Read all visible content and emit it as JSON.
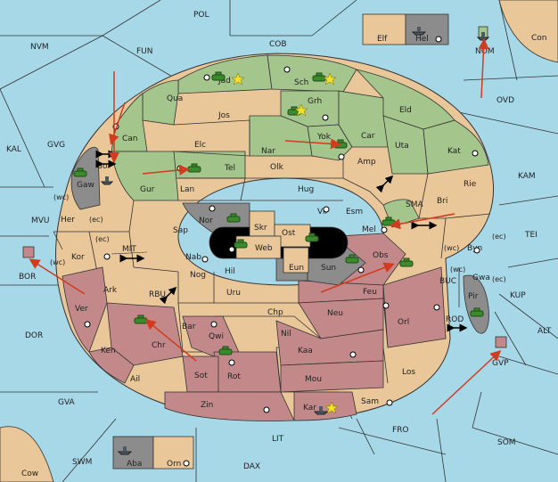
{
  "colors": {
    "sea": "#a7d8e8",
    "neutral": "#e9c799",
    "green": "#a4c58c",
    "red": "#c3898a",
    "gray": "#8c8c8c",
    "black": "#000000",
    "arrow": "#d23b1e"
  },
  "sea_labels": [
    "POL",
    "NVM",
    "FUN",
    "COB",
    "Con",
    "NOM",
    "OVD",
    "KAL",
    "GVG",
    "KAM",
    "MVU",
    "TEI",
    "BOR",
    "MIT",
    "RBU",
    "BUC",
    "KUP",
    "DOR",
    "ALT",
    "ROD",
    "GVP",
    "GVA",
    "FRO",
    "SOM",
    "LIT",
    "SWM",
    "DAX",
    "Cow",
    "SMA"
  ],
  "land_labels": [
    "Elf",
    "Hel",
    "Jad",
    "Sch",
    "Qua",
    "Jos",
    "Grh",
    "Can",
    "Elc",
    "Yok",
    "Nar",
    "Car",
    "Eld",
    "Uta",
    "Kat",
    "Gor",
    "Gaw",
    "Tel",
    "Olk",
    "Amp",
    "Gur",
    "Lan",
    "Hug",
    "Bri",
    "Rie",
    "Esm",
    "Vil",
    "Nor",
    "Skr",
    "Ost",
    "Her",
    "Sap",
    "Web",
    "Mel",
    "Byn",
    "Kor",
    "Nab",
    "Eun",
    "Sun",
    "Obs",
    "Gwa",
    "Hil",
    "Nog",
    "Uru",
    "Feu",
    "Pir",
    "Ark",
    "Ver",
    "Chp",
    "Neu",
    "Orl",
    "Bar",
    "Qwi",
    "Nil",
    "Chr",
    "Ken",
    "Kaa",
    "Rot",
    "Sot",
    "Ail",
    "Los",
    "Mou",
    "Zin",
    "Sam",
    "Kar",
    "Aba",
    "Orn"
  ],
  "coast_marks": [
    "(wc)",
    "(ec)",
    "(ec)",
    "(wc)",
    "(wc)",
    "(ec)",
    "(wc)",
    "(ec)"
  ]
}
